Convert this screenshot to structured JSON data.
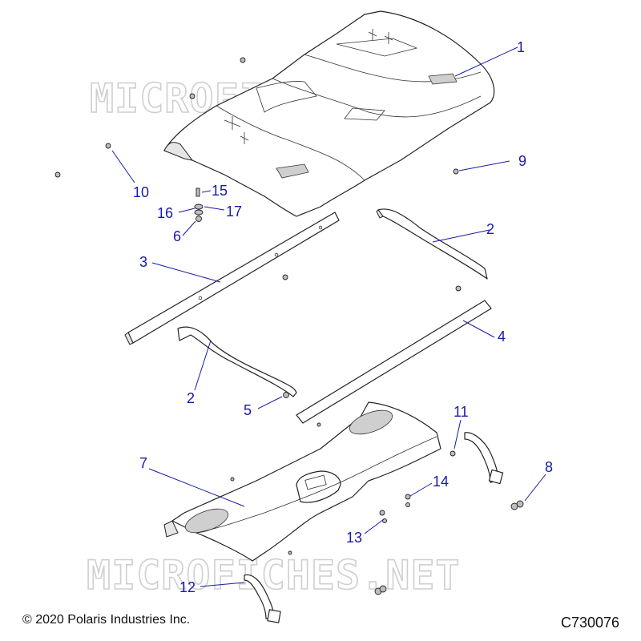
{
  "watermark": {
    "text": "MICROFICHES.NET"
  },
  "copyright": "© 2020 Polaris Industries Inc.",
  "diagram_id": "C730076",
  "callouts": {
    "c1": "1",
    "c2a": "2",
    "c2b": "2",
    "c3": "3",
    "c4": "4",
    "c5": "5",
    "c6": "6",
    "c7": "7",
    "c8": "8",
    "c9": "9",
    "c10": "10",
    "c11": "11",
    "c12": "12",
    "c13": "13",
    "c14": "14",
    "c15": "15",
    "c16": "16",
    "c17": "17"
  },
  "colors": {
    "callout": "#1a1aa8",
    "linework": "#222222",
    "watermark": "#cfcfcf"
  }
}
